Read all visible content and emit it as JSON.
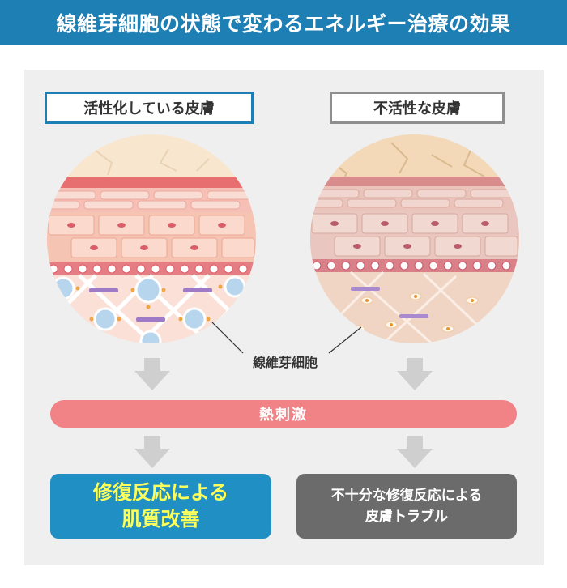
{
  "header": {
    "title": "線維芽細胞の状態で変わるエネルギー治療の効果"
  },
  "labels": {
    "active_skin": "活性化している皮膚",
    "inactive_skin": "不活性な皮膚",
    "fibroblast": "線維芽細胞"
  },
  "heat": {
    "label": "熱刺激"
  },
  "results": {
    "good": {
      "line1": "修復反応による",
      "line2": "肌質改善"
    },
    "bad": {
      "line1": "不十分な修復反応による",
      "line2": "皮膚トラブル"
    }
  },
  "colors": {
    "header_bg": "#1e7fb4",
    "active_border": "#1e7fb4",
    "inactive_border": "#8e8e8e",
    "heat_bar": "#f18285",
    "good_result_bg": "#1f8fc4",
    "good_result_text": "#ffff5a",
    "bad_result_bg": "#6b6b6b",
    "arrow": "#cfcfcf"
  }
}
